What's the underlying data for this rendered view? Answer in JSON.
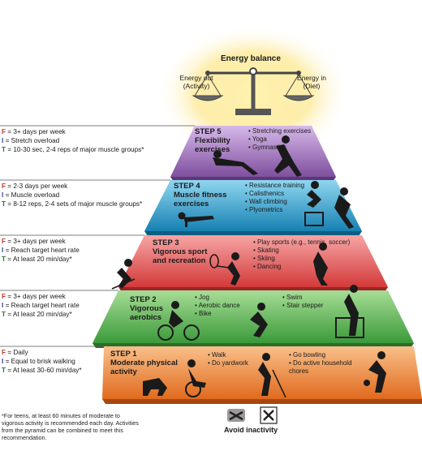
{
  "balance": {
    "title": "Energy balance",
    "out_label_1": "Energy out",
    "out_label_2": "(Activity)",
    "in_label_1": "Energy in",
    "in_label_2": "(Diet)"
  },
  "steps": [
    {
      "step": "STEP 5",
      "title_1": "Flexibility",
      "title_2": "exercises",
      "activities": [
        "Stretching exercises",
        "Yoga",
        "Gymnastics"
      ],
      "f": "= 3+ days per week",
      "i": "= Stretch overload",
      "t": "= 10-30 sec, 2-4 reps of major muscle groups*",
      "color": "#8a5aa8"
    },
    {
      "step": "STEP 4",
      "title_1": "Muscle fitness",
      "title_2": "exercises",
      "activities": [
        "Resistance training",
        "Calisthenics",
        "Wall climbing",
        "Plyometrics"
      ],
      "f": "= 2-3 days per week",
      "i": "= Muscle overload",
      "t": "= 8-12 reps, 2-4 sets of major muscle groups*",
      "color": "#1f9ec8"
    },
    {
      "step": "STEP 3",
      "title_1": "Vigorous sport",
      "title_2": "and recreation",
      "activities": [
        "Play sports (e.g., tennis, soccer)",
        "Skating",
        "Skiing",
        "Dancing"
      ],
      "f": "= 3+ days per week",
      "i": "= Reach target heart rate",
      "t": "= At least 20 min/day*",
      "color": "#e04848"
    },
    {
      "step": "STEP 2",
      "title_1": "Vigorous",
      "title_2": "aerobics",
      "activities_a": [
        "Jog",
        "Aerobic dance",
        "Bike"
      ],
      "activities_b": [
        "Swim",
        "Stair stepper"
      ],
      "f": "= 3+ days per week",
      "i": "= Reach target heart rate",
      "t": "= At least 20 min/day*",
      "color": "#4aa848"
    },
    {
      "step": "STEP 1",
      "title_1": "Moderate physical",
      "title_2": "activity",
      "activities_a": [
        "Walk",
        "Do yardwork"
      ],
      "activities_b": [
        "Go bowling",
        "Do active household chores"
      ],
      "f": "= Daily",
      "i": "= Equal to brisk walking",
      "t": "= At least 30-60 min/day*",
      "color": "#e8782a"
    }
  ],
  "fit_letters": {
    "f": "F",
    "i": "I",
    "t": "T"
  },
  "footnote": "*For teens, at least 60 minutes of moderate to vigorous activity is recommended each day. Activities from the pyramid can be combined to meet this recommendation.",
  "avoid_inactivity": "Avoid inactivity"
}
